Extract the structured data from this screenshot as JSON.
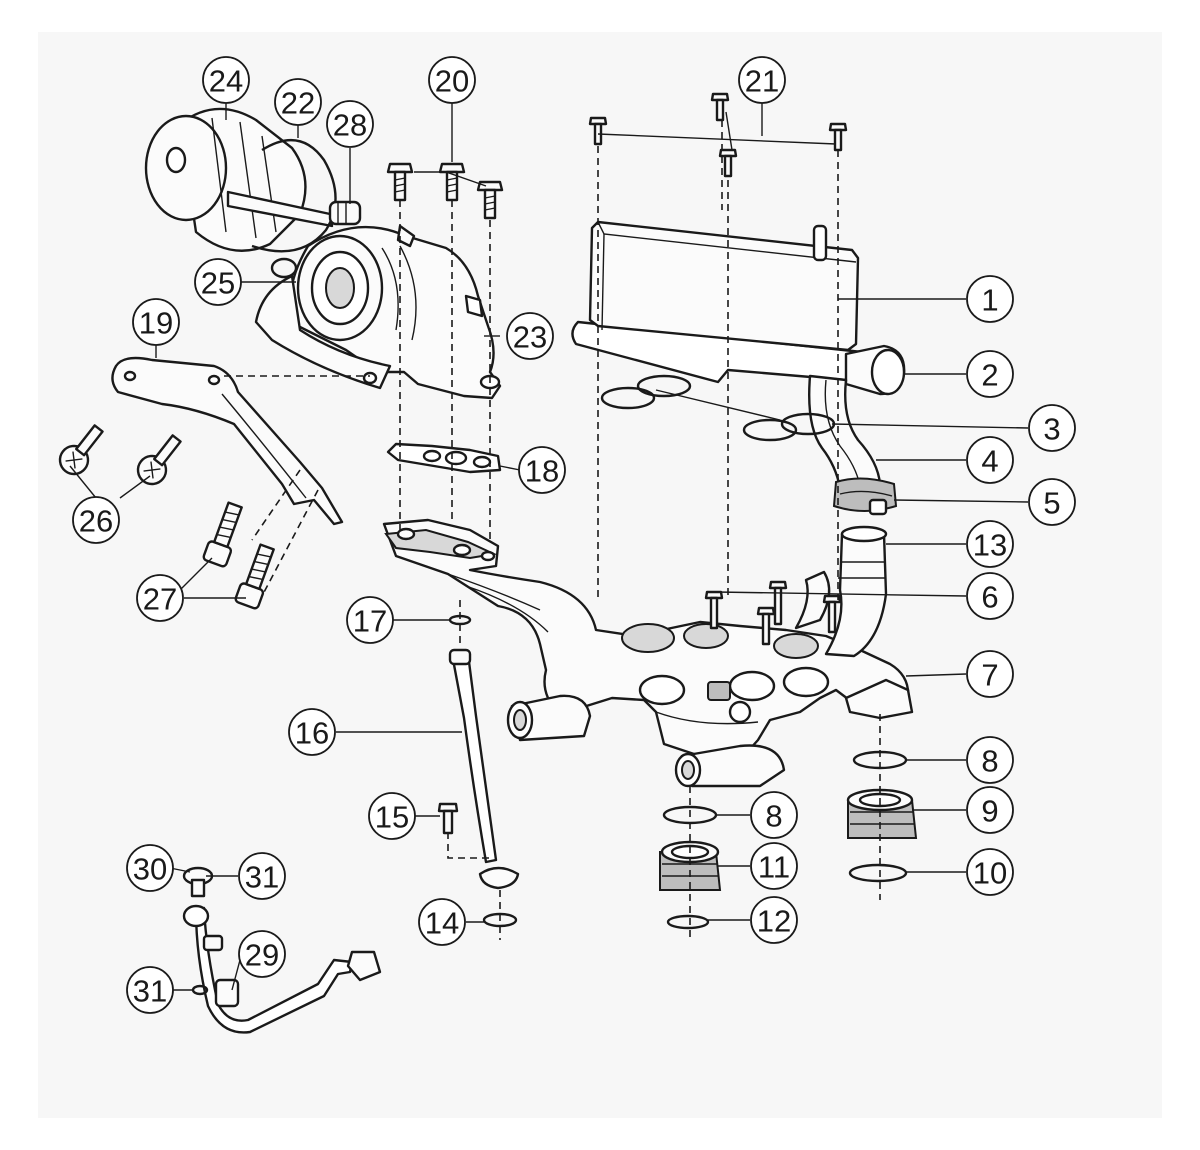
{
  "diagram": {
    "callouts": [
      {
        "label": "1"
      },
      {
        "label": "2"
      },
      {
        "label": "3"
      },
      {
        "label": "4"
      },
      {
        "label": "5"
      },
      {
        "label": "6"
      },
      {
        "label": "7"
      },
      {
        "label": "8"
      },
      {
        "label": "8"
      },
      {
        "label": "9"
      },
      {
        "label": "10"
      },
      {
        "label": "11"
      },
      {
        "label": "12"
      },
      {
        "label": "13"
      },
      {
        "label": "14"
      },
      {
        "label": "15"
      },
      {
        "label": "16"
      },
      {
        "label": "17"
      },
      {
        "label": "18"
      },
      {
        "label": "19"
      },
      {
        "label": "20"
      },
      {
        "label": "21"
      },
      {
        "label": "22"
      },
      {
        "label": "23"
      },
      {
        "label": "24"
      },
      {
        "label": "25"
      },
      {
        "label": "26"
      },
      {
        "label": "27"
      },
      {
        "label": "28"
      },
      {
        "label": "29"
      },
      {
        "label": "30"
      },
      {
        "label": "31"
      },
      {
        "label": "31"
      }
    ]
  },
  "colors": {
    "line": "#1a1a1a",
    "panel": "#f7f7f7",
    "shade": "#d8d8d8"
  }
}
